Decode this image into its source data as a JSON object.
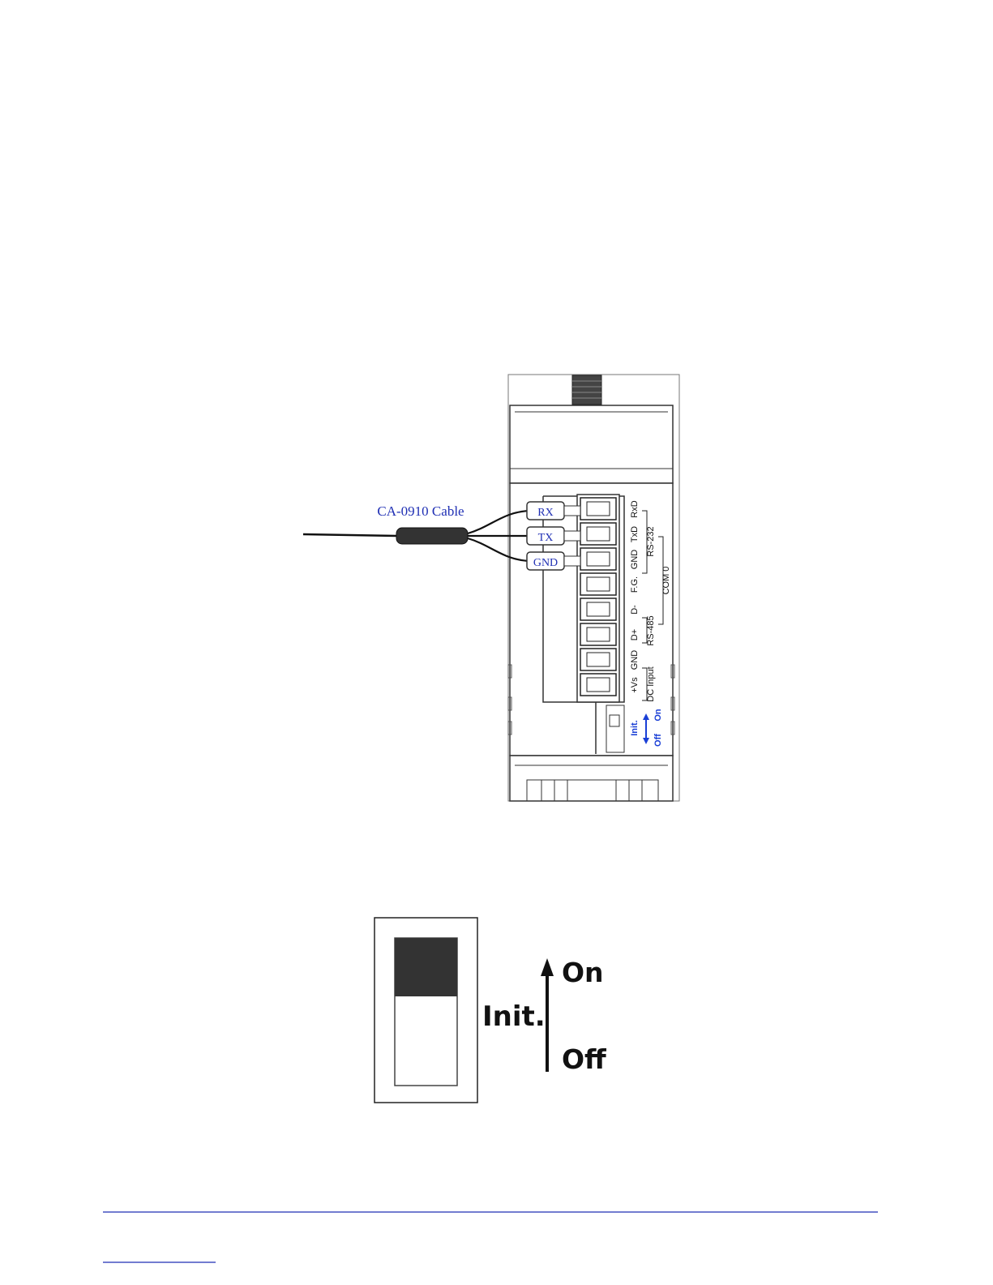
{
  "wiring_diagram": {
    "cable_label": "CA-0910 Cable",
    "wires": [
      {
        "label": "RX"
      },
      {
        "label": "TX"
      },
      {
        "label": "GND"
      }
    ],
    "terminal_labels": [
      "RxD",
      "TxD",
      "GND",
      "F.G.",
      "D-",
      "D+",
      "GND",
      "+Vs"
    ],
    "group_labels": {
      "rs232": "RS-232",
      "rs485": "RS-485",
      "com0": "COM 0",
      "dc_input": "DC Input"
    },
    "switch": {
      "name": "Init.",
      "on_label": "On",
      "off_label": "Off"
    }
  },
  "switch_detail": {
    "name": "Init.",
    "on_label": "On",
    "off_label": "Off",
    "position": "on"
  }
}
